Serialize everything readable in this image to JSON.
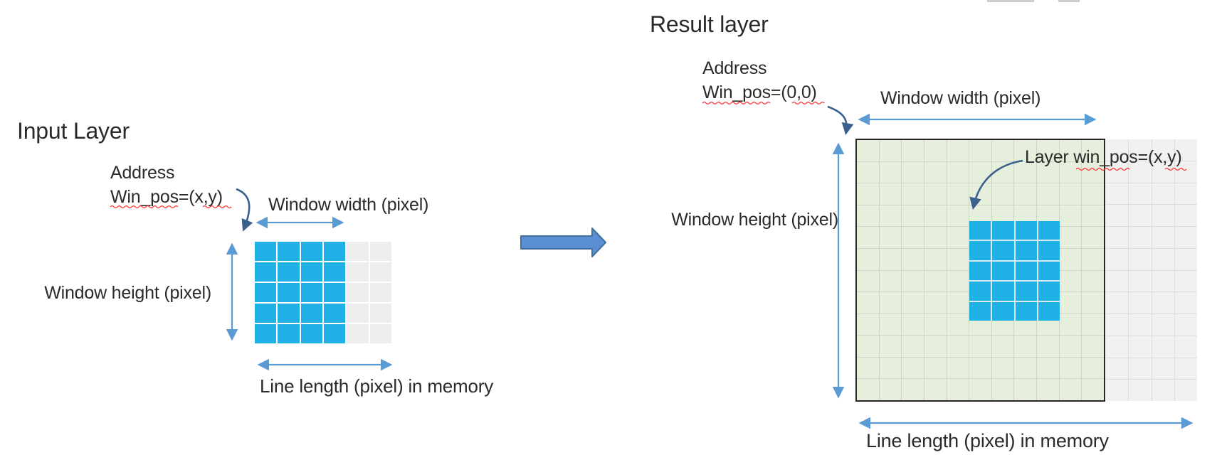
{
  "diagram": {
    "input_panel": {
      "title": "Input Layer",
      "address_line1": "Address",
      "address_line2": "Win_pos=(x,y)",
      "window_width_label": "Window width (pixel)",
      "window_height_label": "Window height (pixel)",
      "line_length_label": "Line length (pixel) in memory",
      "grid": {
        "cols": 6,
        "rows": 5,
        "window_cols": 4,
        "window_rows": 5
      }
    },
    "result_panel": {
      "title": "Result layer",
      "address_line1": "Address",
      "address_line2": "Win_pos=(0,0)",
      "window_width_label": "Window width (pixel)",
      "window_height_label": "Window height (pixel)",
      "line_length_label": "Line length (pixel) in memory",
      "layer_winpos_label": "Layer win_pos=(x,y)",
      "layer_grid": {
        "cols": 11,
        "rows": 12
      },
      "memory_grid": {
        "cols": 4,
        "rows": 12
      },
      "window_grid": {
        "cols": 4,
        "rows": 5
      }
    },
    "colors": {
      "window_blue": "#1FB0E6",
      "layer_green": "#E6EFDC",
      "memory_gray": "#F1F1F1",
      "dimension_arrow": "#5B9BD5",
      "annotation_arrow": "#3A618E",
      "block_arrow_fill": "#5B8FD4",
      "block_arrow_border": "#41719C",
      "spellcheck_red": "#FF2A2A",
      "text": "#2A2A2A"
    }
  }
}
